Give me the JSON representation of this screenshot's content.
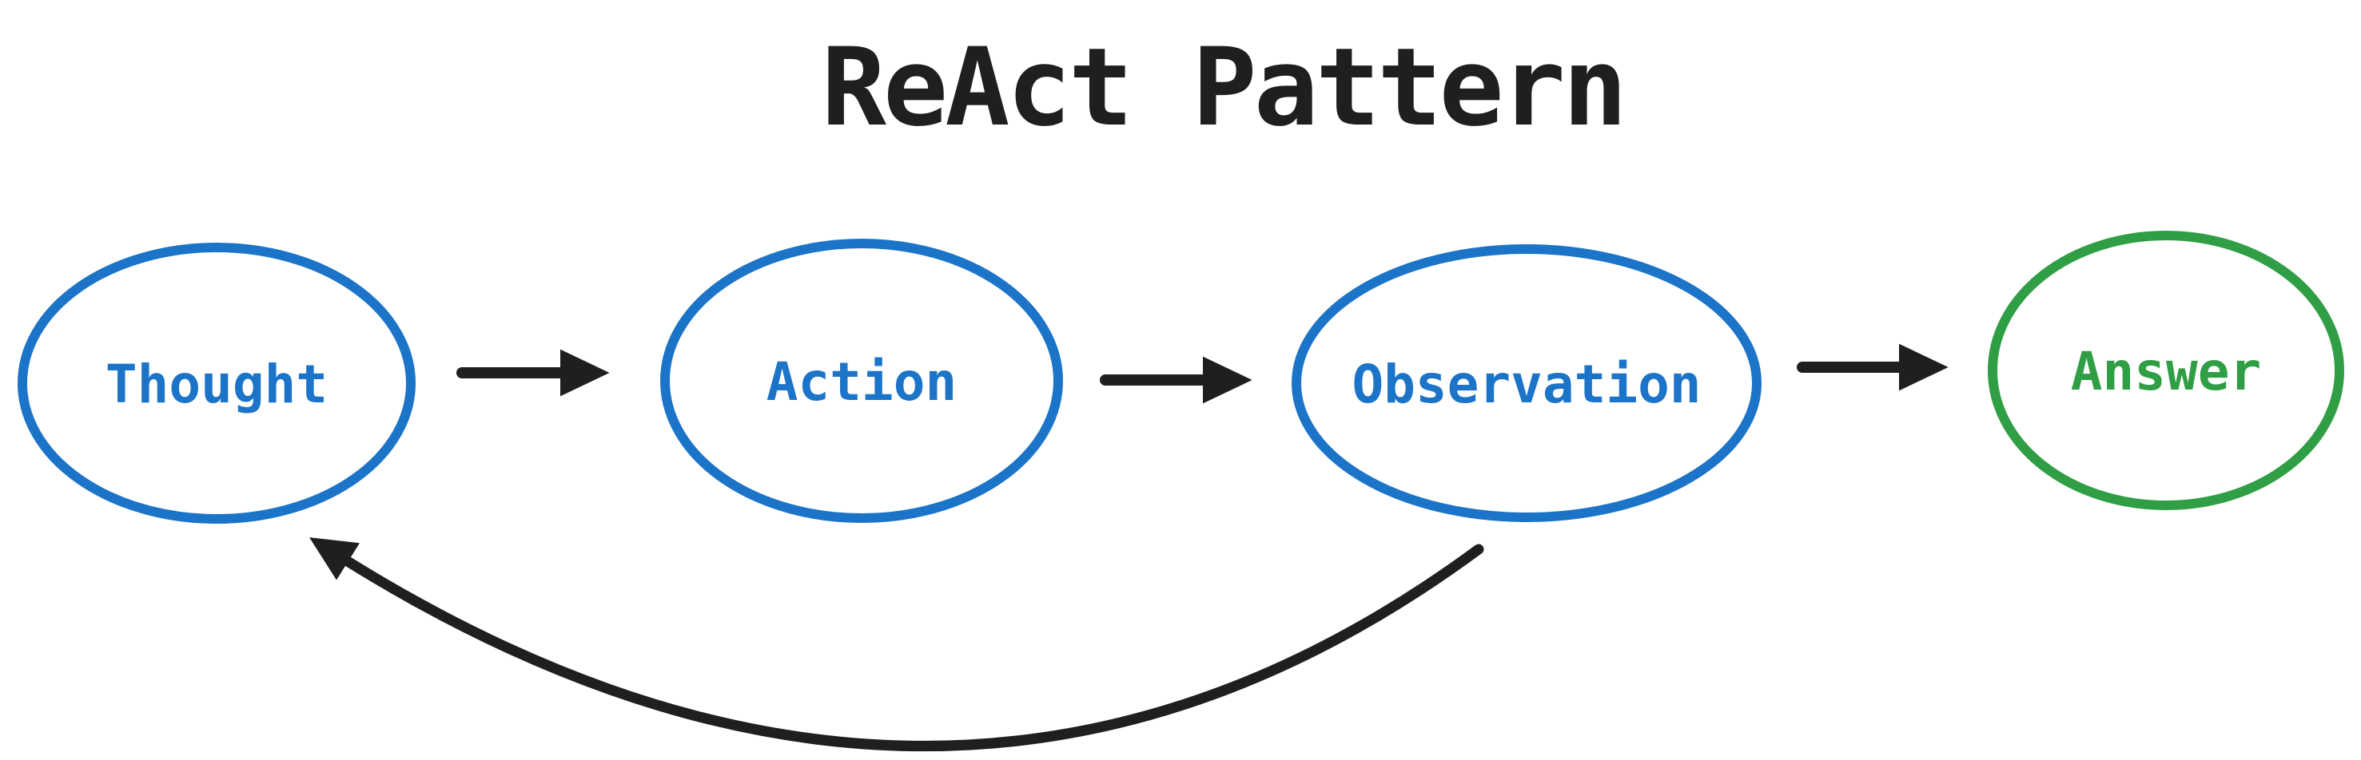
{
  "title": "ReAct Pattern",
  "colors": {
    "ink": "#1f1f1f",
    "node_blue": "#1b74c8",
    "node_green": "#2f9e44",
    "background": "#ffffff"
  },
  "diagram": {
    "type": "flow",
    "nodes": [
      {
        "id": "thought",
        "label": "Thought",
        "shape": "ellipse",
        "color": "#1b74c8"
      },
      {
        "id": "action",
        "label": "Action",
        "shape": "ellipse",
        "color": "#1b74c8"
      },
      {
        "id": "observation",
        "label": "Observation",
        "shape": "ellipse",
        "color": "#1b74c8"
      },
      {
        "id": "answer",
        "label": "Answer",
        "shape": "ellipse",
        "color": "#2f9e44"
      }
    ],
    "edges": [
      {
        "from": "thought",
        "to": "action",
        "style": "straight-arrow"
      },
      {
        "from": "action",
        "to": "observation",
        "style": "straight-arrow"
      },
      {
        "from": "observation",
        "to": "answer",
        "style": "straight-arrow"
      },
      {
        "from": "observation",
        "to": "thought",
        "style": "curved-loop-arrow"
      }
    ]
  }
}
